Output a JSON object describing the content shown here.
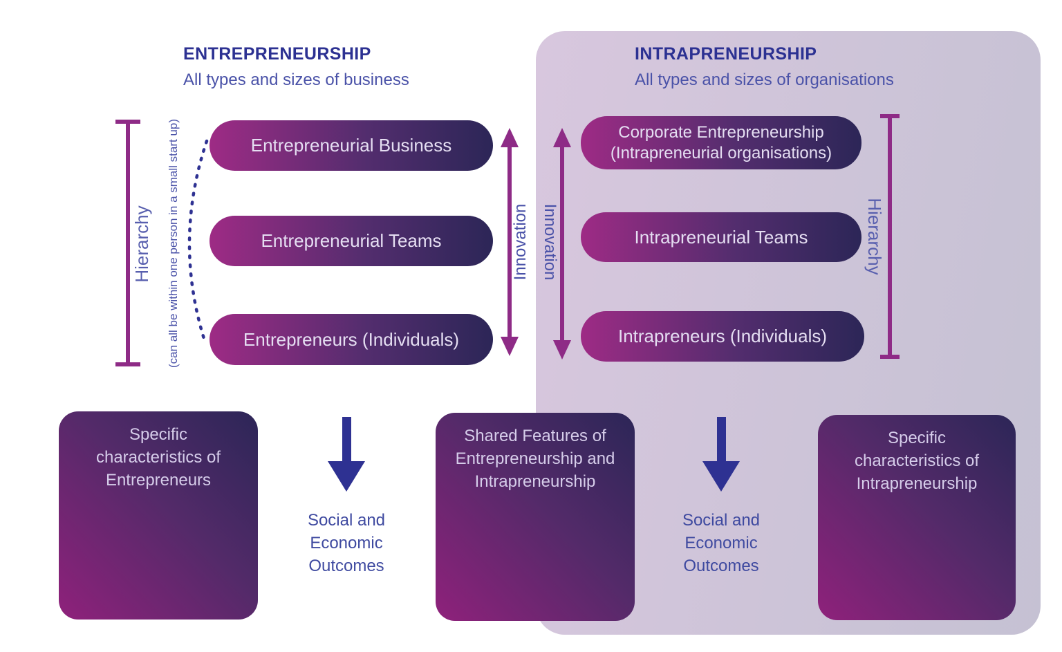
{
  "colors": {
    "accent_purple": "#8e2b86",
    "accent_indigo": "#2e3192",
    "heading_blue": "#2c3192",
    "label_blue": "#4a52a8",
    "pill_gradient_start": "#9e2b85",
    "pill_gradient_end": "#2c2657",
    "panel_gradient_start": "#d8c7de",
    "panel_gradient_end": "#c5c1d3"
  },
  "entrepreneurship": {
    "title": "ENTREPRENEURSHIP",
    "subtitle": "All types and sizes of business",
    "hierarchy_label": "Hierarchy",
    "note": "(can all be within one person in a small start up)",
    "levels": [
      "Entrepreneurial Business",
      "Entrepreneurial Teams",
      "Entrepreneurs (Individuals)"
    ],
    "innovation_label": "Innovation",
    "characteristics_box": "Specific\ncharacteristics of\nEntrepreneurs",
    "outcomes": "Social and\nEconomic\nOutcomes"
  },
  "intrapreneurship": {
    "title": "INTRAPRENEURSHIP",
    "subtitle": "All types and sizes of organisations",
    "hierarchy_label": "Hierarchy",
    "levels": [
      "Corporate Entrepreneurship\n(Intrapreneurial organisations)",
      "Intrapreneurial Teams",
      "Intrapreneurs (Individuals)"
    ],
    "innovation_label": "Innovation",
    "characteristics_box": "Specific\ncharacteristics of\nIntrapreneurship",
    "outcomes": "Social and\nEconomic\nOutcomes"
  },
  "shared_box": "Shared Features of\nEntrepreneurship and\nIntrapreneurship"
}
